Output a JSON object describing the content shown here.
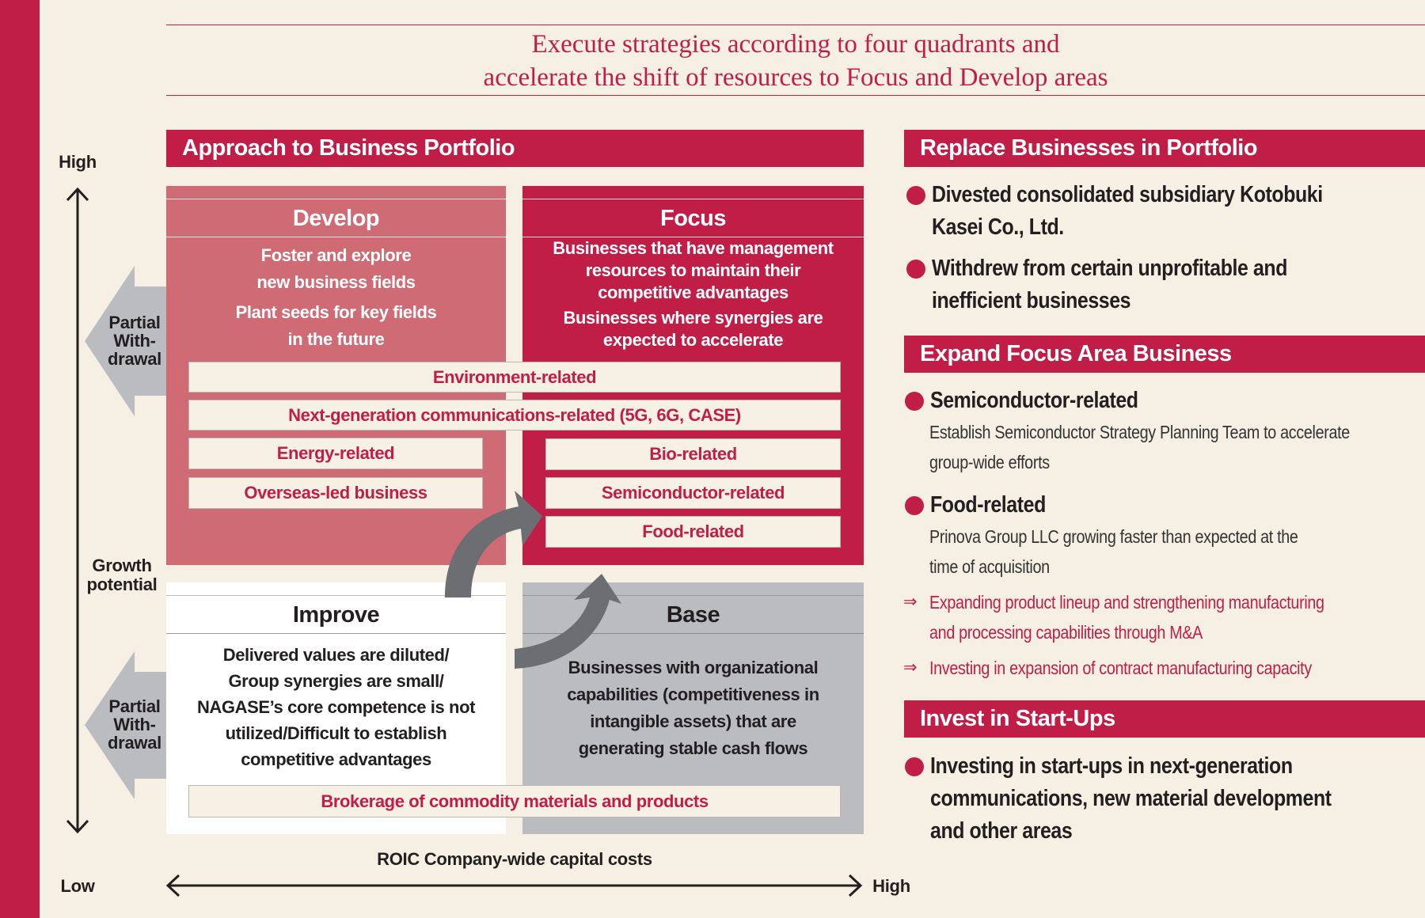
{
  "title": {
    "lines": [
      "Execute strategies according to four quadrants and",
      "accelerate the shift of resources to Focus and Develop areas"
    ]
  },
  "portfolio": {
    "header": "Approach to Business Portfolio",
    "develop": {
      "title": "Develop",
      "lines": [
        "Foster and explore",
        "new business fields",
        "Plant seeds for key fields",
        "in the future"
      ]
    },
    "focus": {
      "title": "Focus",
      "lines": [
        "Businesses that have management",
        "resources to maintain their",
        "competitive advantages",
        "Businesses where synergies are",
        "expected to accelerate"
      ]
    },
    "improve": {
      "title": "Improve",
      "lines": [
        "Delivered values are diluted/",
        "Group synergies are small/",
        "NAGASE’s core competence is not",
        "utilized/Difficult to establish",
        "competitive advantages"
      ]
    },
    "base": {
      "title": "Base",
      "lines": [
        "Businesses with organizational",
        "capabilities (competitiveness in",
        "intangible assets) that are",
        "generating stable cash flows"
      ]
    },
    "pills": {
      "environment": "Environment-related",
      "nextgen": "Next-generation communications-related (5G, 6G, CASE)",
      "energy": "Energy-related",
      "overseas": "Overseas-led business",
      "bio": "Bio-related",
      "semiconductor": "Semiconductor-related",
      "food": "Food-related",
      "brokerage": "Brokerage of commodity materials and products"
    },
    "axes": {
      "y_high": "High",
      "y_low": "Low",
      "y_label": [
        "Growth",
        "potential"
      ],
      "x_label": "ROIC Company-wide capital costs",
      "x_high": "High"
    },
    "withdrawal": [
      "Partial",
      "With-",
      "drawal"
    ]
  },
  "right": {
    "replace": {
      "header": "Replace Businesses in Portfolio",
      "bullets": [
        [
          "Divested consolidated subsidiary Kotobuki",
          "Kasei Co., Ltd."
        ],
        [
          "Withdrew from certain unprofitable and",
          "inefficient businesses"
        ]
      ]
    },
    "expand": {
      "header": "Expand Focus Area Business",
      "semi": {
        "title": "Semiconductor-related",
        "desc": [
          "Establish Semiconductor Strategy Planning Team to accelerate",
          "group-wide efforts"
        ]
      },
      "food": {
        "title": "Food-related",
        "desc": [
          "Prinova Group LLC growing faster than expected at the",
          "time of acquisition"
        ],
        "arrows": [
          [
            "Expanding product lineup and strengthening manufacturing",
            "and processing capabilities through M&A"
          ],
          [
            "Investing in expansion of contract manufacturing capacity"
          ]
        ]
      }
    },
    "invest": {
      "header": "Invest in Start-Ups",
      "bullet": [
        "Investing in start-ups in next-generation",
        "communications, new material development",
        "and other areas"
      ]
    }
  },
  "colors": {
    "accent": "#C01D47",
    "develop": "#CF6B74",
    "base": "#BBBCC0",
    "background": "#F5F0E3"
  }
}
